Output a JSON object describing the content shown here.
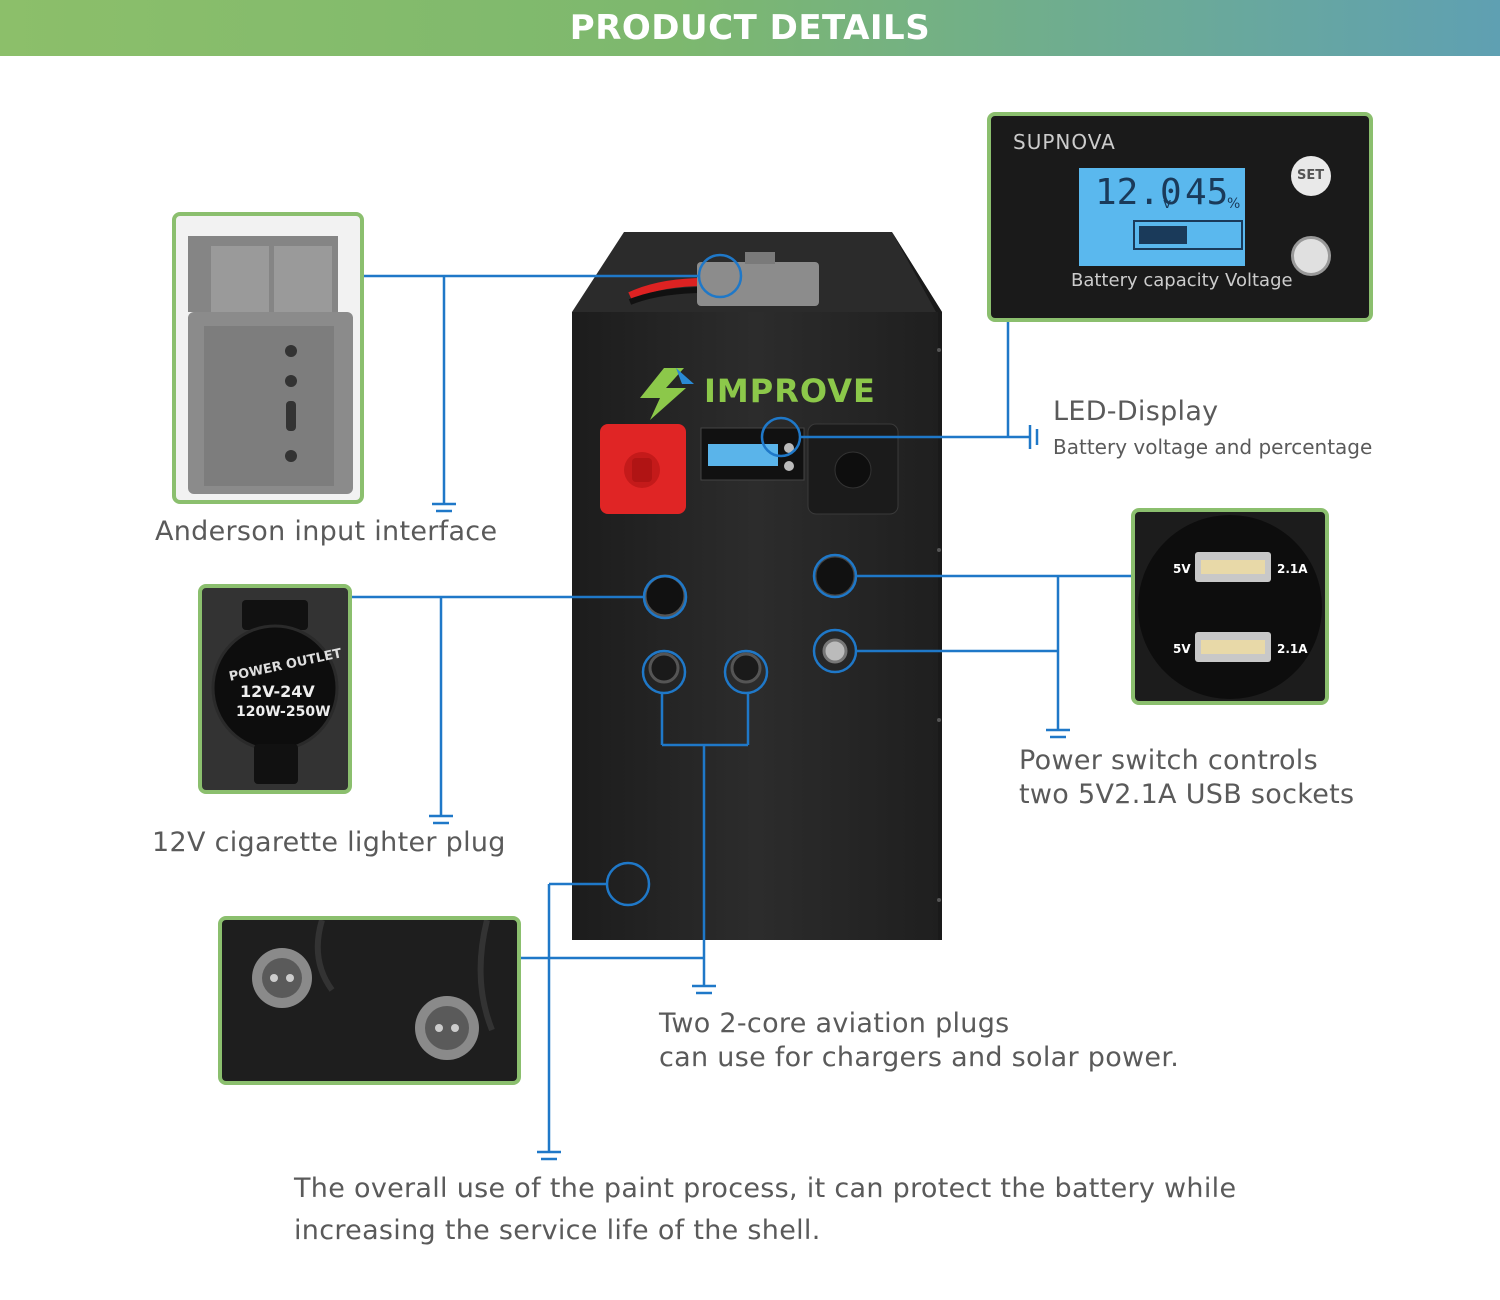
{
  "header": {
    "title": "PRODUCT DETAILS"
  },
  "colors": {
    "accent": "#1f78c8",
    "frame": "#8bbf6e",
    "banner_start": "#8cbf6a",
    "banner_end": "#5fa0b2"
  },
  "brand": {
    "logo_text": "IMPROVE"
  },
  "display_panel": {
    "brand": "SUPNOVA",
    "voltage": "12.0",
    "voltage_unit": "v",
    "percent": "45",
    "percent_unit": "%",
    "set_label": "SET",
    "caption": "Battery capacity Voltage"
  },
  "outlet": {
    "line1": "POWER OUTLET",
    "line2": "12V-24V",
    "line3": "120W-250W"
  },
  "usb": {
    "left": "5V",
    "right": "2.1A"
  },
  "callouts": {
    "anderson": "Anderson input interface",
    "cigarette": "12V cigarette lighter plug",
    "led_title": "LED-Display",
    "led_sub": "Battery voltage and percentage",
    "usb_line1": "Power switch controls",
    "usb_line2": "two 5V2.1A USB sockets",
    "aviation_line1": "Two 2-core aviation plugs",
    "aviation_line2": "can use for chargers and solar power.",
    "paint_line1": "The overall use of the paint process, it can protect the battery while",
    "paint_line2": "increasing the service life of the shell."
  }
}
